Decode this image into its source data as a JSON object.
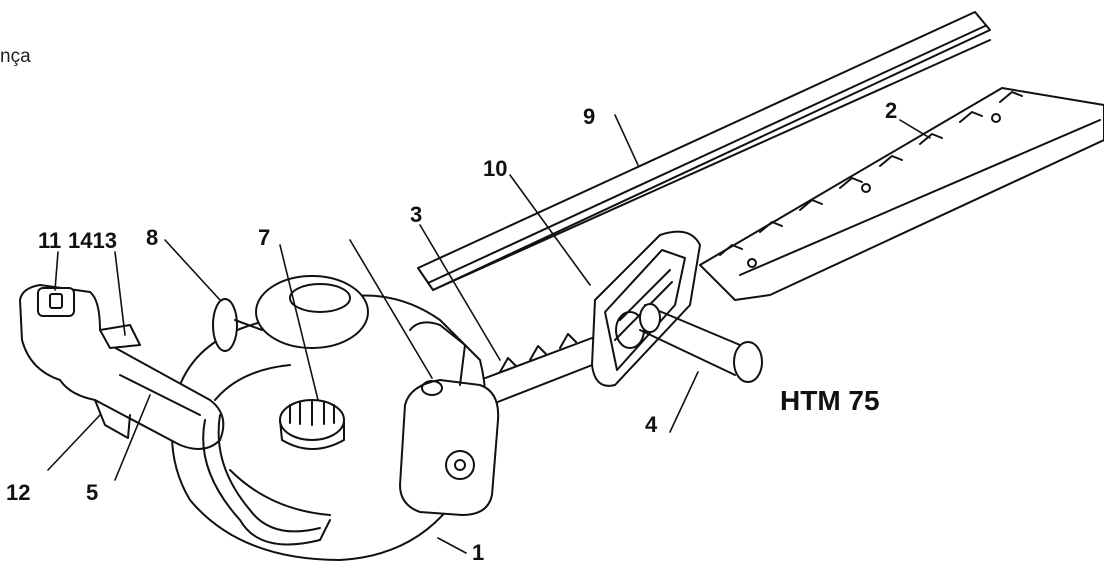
{
  "fragment": "nça",
  "model": "HTM 75",
  "labels": {
    "c1": "1",
    "c2": "2",
    "c3": "3",
    "c4": "4",
    "c5": "5",
    "c7": "7",
    "c8": "8",
    "c9": "9",
    "c10": "10",
    "c11": "11",
    "c1413": "1413",
    "c12": "12"
  }
}
